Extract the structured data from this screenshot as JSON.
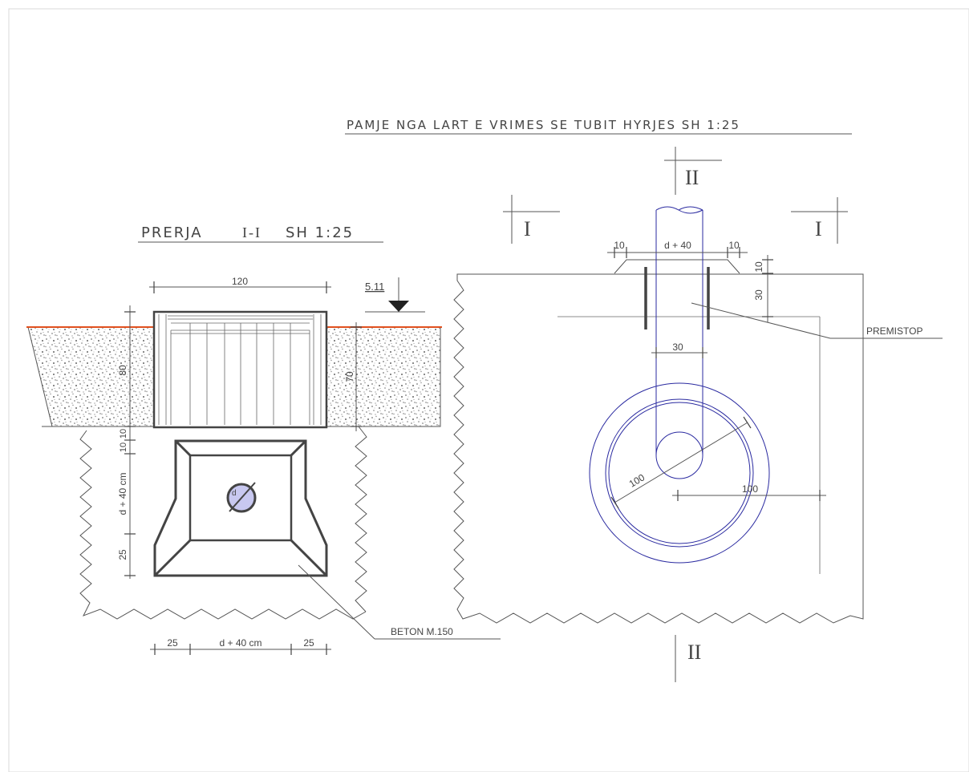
{
  "titles": {
    "plan": "PAMJE NGA LART E VRIMES SE TUBIT HYRJES SH 1:25",
    "section_prefix": "PRERJA",
    "section_mark": "I-I",
    "section_scale": "SH 1:25"
  },
  "section_marks": {
    "i_left": "I",
    "i_right": "I",
    "ii_top": "II",
    "ii_bottom": "II"
  },
  "section_view": {
    "dim_top": "120",
    "level": "5.11",
    "dim_depth_80": "80",
    "dim_depth_70": "70",
    "dim_10a": "10",
    "dim_10b": "10",
    "dim_d40_vertical": "d + 40 cm",
    "dim_25_vertical": "25",
    "dim_bottom_25_left": "25",
    "dim_bottom_d40": "d + 40  cm",
    "dim_bottom_25_right": "25",
    "callout_beton": "BETON   M.150",
    "pipe_label": "d"
  },
  "plan_view": {
    "dim_10_left": "10",
    "dim_d40": "d + 40",
    "dim_10_right": "10",
    "dim_10_vertical": "10",
    "dim_30_vertical": "30",
    "dim_30_horizontal": "30",
    "dim_100_diag": "100",
    "dim_100_horizontal": "100",
    "callout_premistop": "PREMISTOP"
  },
  "colors": {
    "ground_line": "#e0501e",
    "manhole_blue": "#2a2aa0",
    "pipe_fill": "#c8c8f0"
  }
}
